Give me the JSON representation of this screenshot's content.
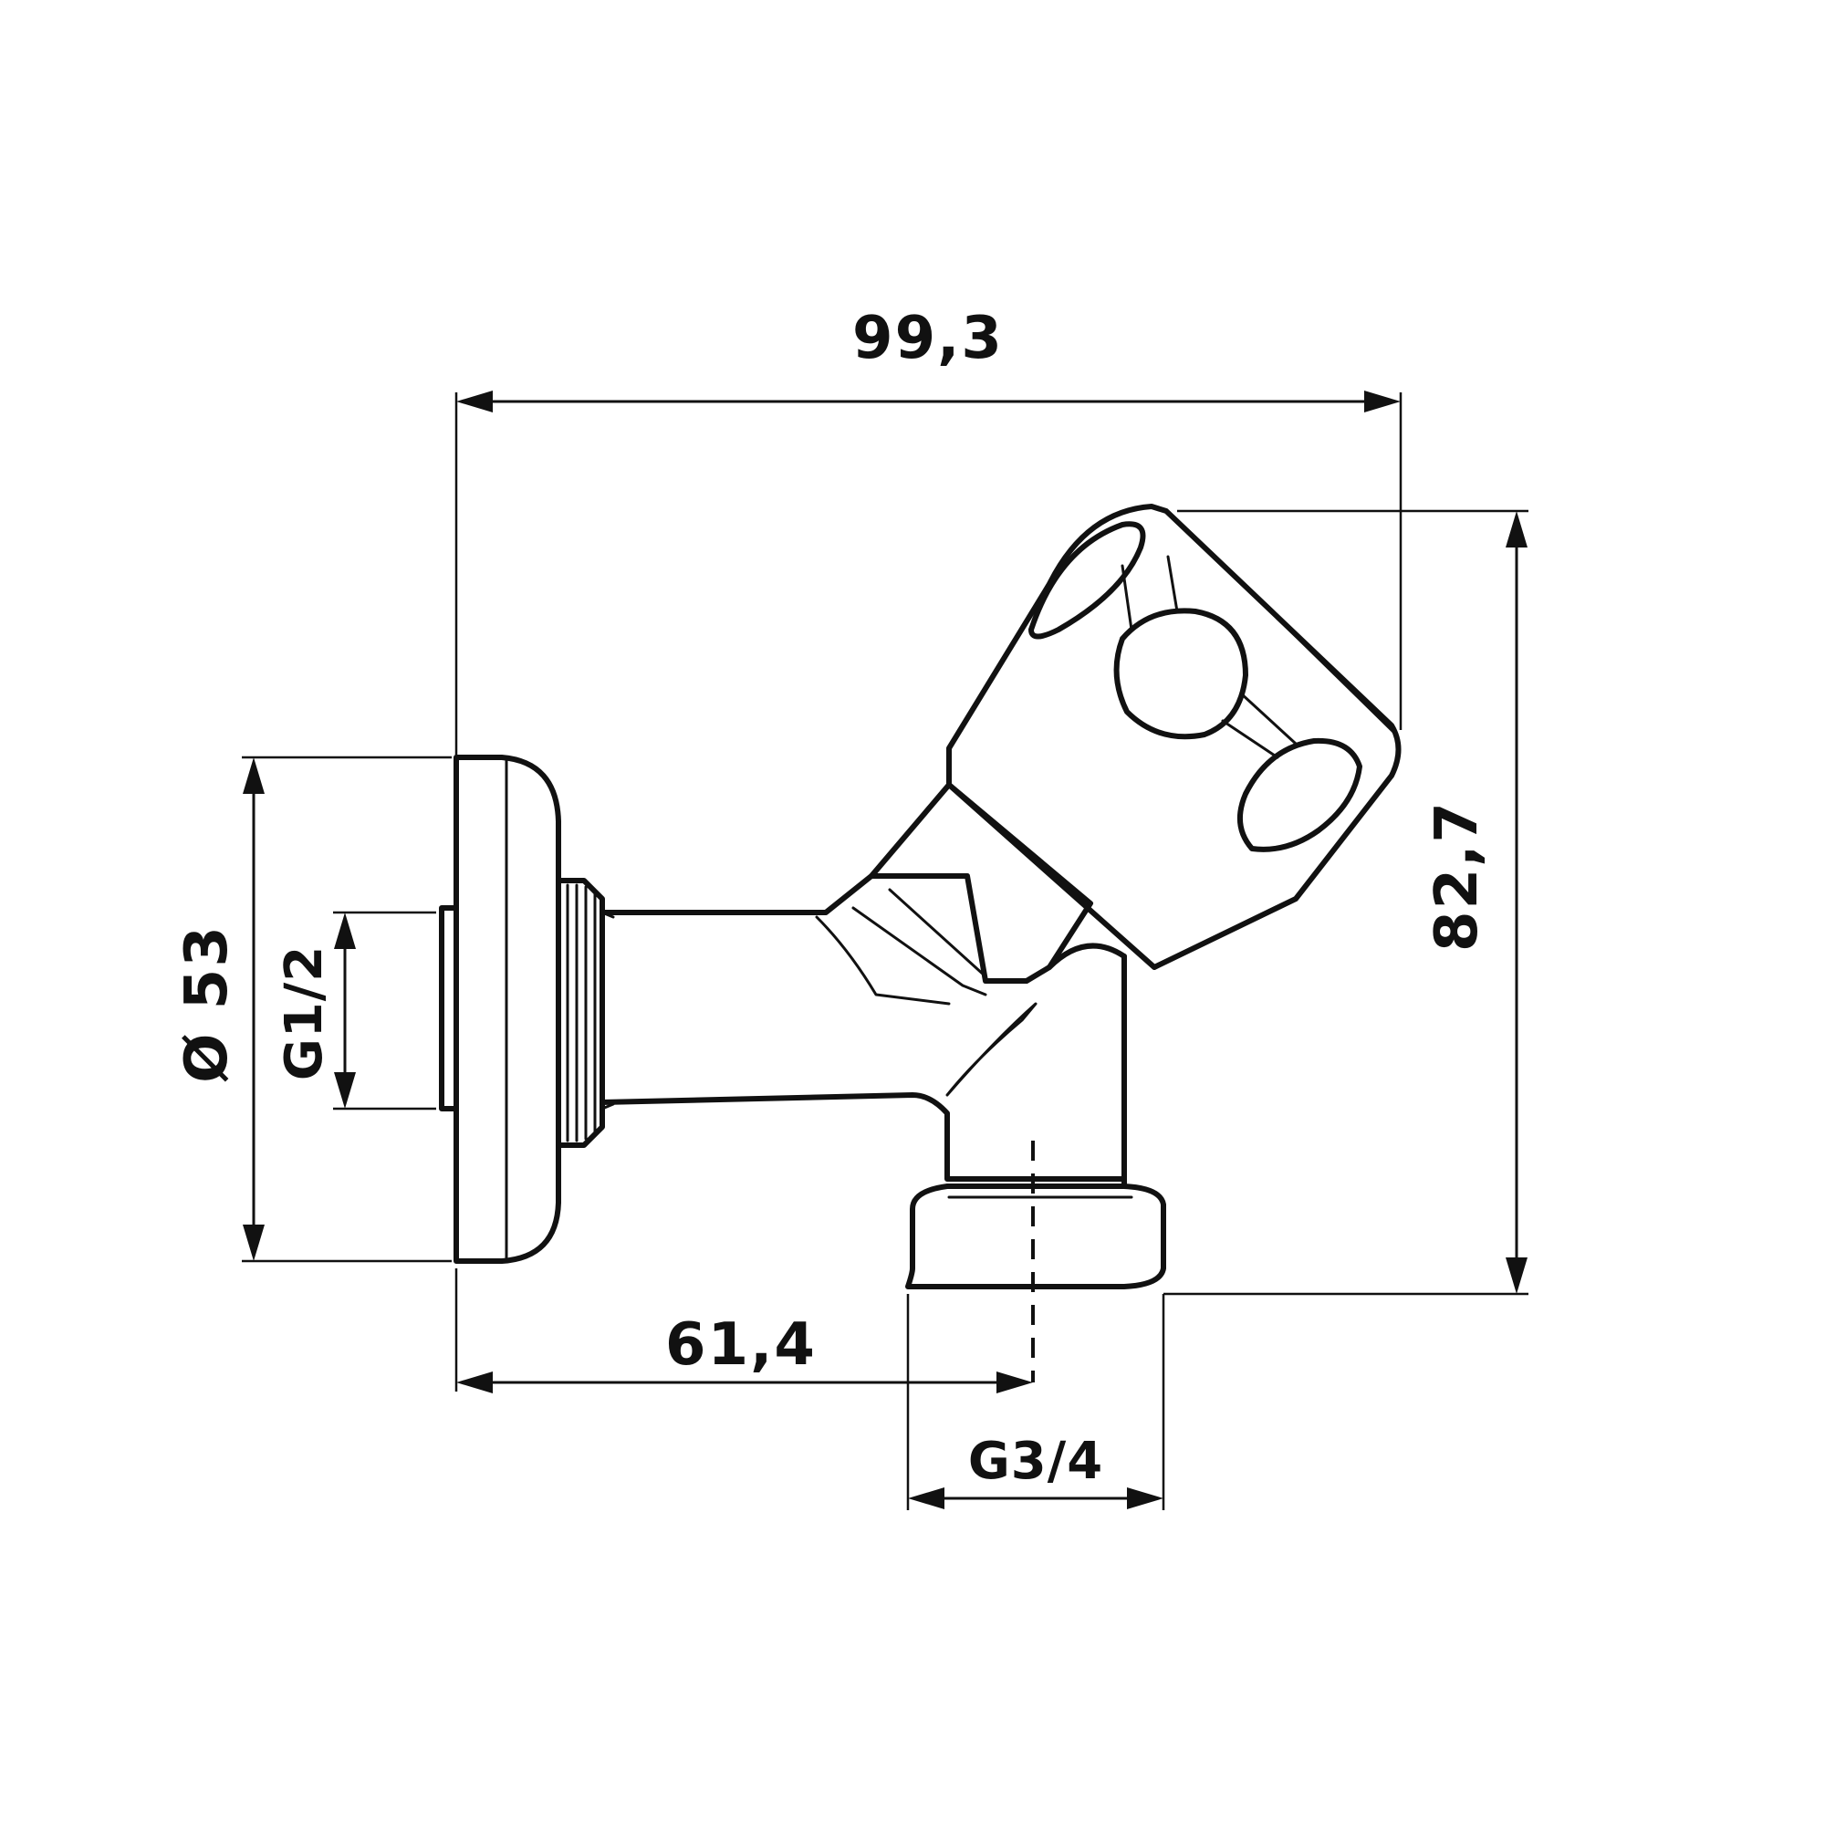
{
  "dimensions": {
    "overall_width": "99,3",
    "overall_height": "82,7",
    "flange_diameter": "Ø 53",
    "inlet_thread": "G1/2",
    "outlet_offset": "61,4",
    "outlet_thread": "G3/4"
  }
}
